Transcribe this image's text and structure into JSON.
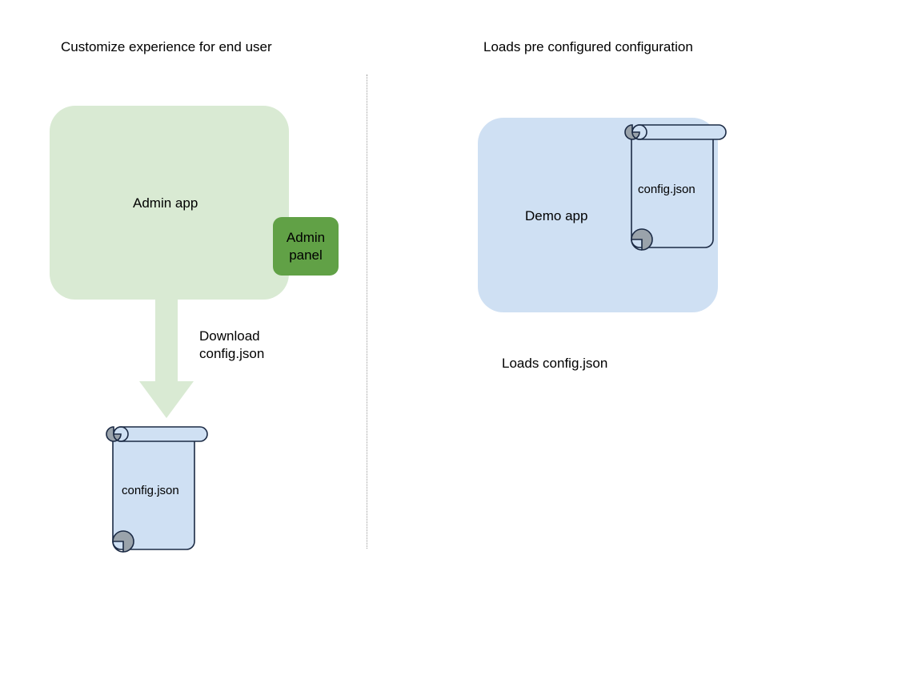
{
  "diagram": {
    "title_left": "Customize experience for end user",
    "title_right": "Loads pre configured configuration",
    "colors": {
      "admin_app_fill": "#d9ead3",
      "admin_panel_fill": "#61a146",
      "demo_app_fill": "#cfe0f3",
      "scroll_fill": "#cfe0f3",
      "scroll_stroke": "#1c2b45",
      "scroll_roll_fill": "#9aa3ab",
      "arrow_fill": "#d9ead3",
      "divider_stroke": "#9b9b9b",
      "text": "#000000"
    }
  },
  "left_panel": {
    "heading": "Customize experience for end user",
    "app_label": "Admin app",
    "panel_label_line1": "Admin",
    "panel_label_line2": "panel",
    "arrow_label_line1": "Download",
    "arrow_label_line2": "config.json",
    "document_label": "config.json"
  },
  "right_panel": {
    "heading": "Loads pre configured configuration",
    "app_label": "Demo app",
    "document_label": "config.json",
    "caption": "Loads config.json"
  }
}
